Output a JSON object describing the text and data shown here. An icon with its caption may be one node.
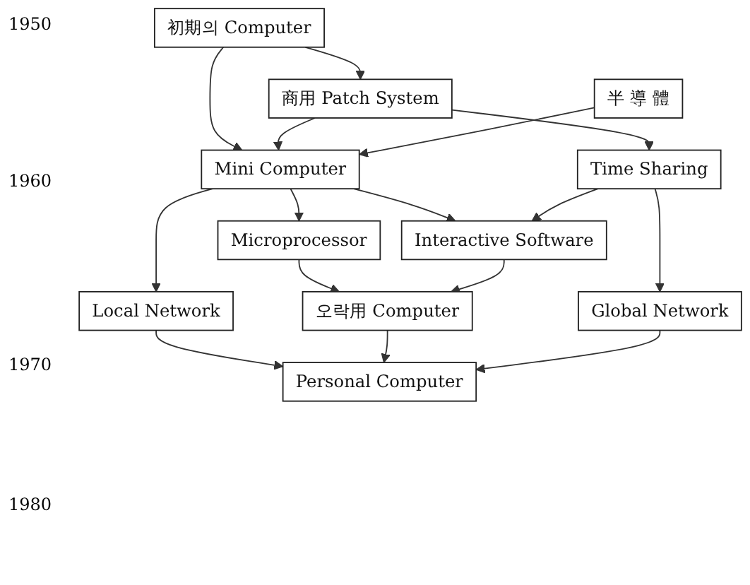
{
  "diagram": {
    "nodes": [
      {
        "text": [
          "初期의 Computer"
        ]
      },
      {
        "text": [
          "商用 Patch System"
        ]
      },
      {
        "text": [
          "半 導 體"
        ]
      },
      {
        "text": [
          "Mini Computer"
        ]
      },
      {
        "text": [
          "Time Sharing"
        ]
      },
      {
        "text": [
          "Microprocessor"
        ]
      },
      {
        "text": [
          "Interactive Software"
        ]
      },
      {
        "text": [
          "Local Network"
        ]
      },
      {
        "text": [
          "Global Network"
        ]
      },
      {
        "text": [
          "오락用 Computer"
        ]
      },
      {
        "text": [
          "Personal Computer"
        ]
      }
    ],
    "edges": [
      {
        "from": 0,
        "to": 1,
        "arrow": "to"
      },
      {
        "from": 0,
        "to": 3,
        "arrow": "to"
      },
      {
        "from": 1,
        "to": 3,
        "arrow": "to"
      },
      {
        "from": 1,
        "to": 4,
        "arrow": "to"
      },
      {
        "from": 2,
        "to": 3,
        "arrow": "to"
      },
      {
        "from": 3,
        "to": 7,
        "arrow": "to"
      },
      {
        "from": 3,
        "to": 5,
        "arrow": "to"
      },
      {
        "from": 3,
        "to": 6,
        "arrow": "to"
      },
      {
        "from": 4,
        "to": 6,
        "arrow": "to"
      },
      {
        "from": 4,
        "to": 8,
        "arrow": "to"
      },
      {
        "from": 5,
        "to": 9,
        "arrow": "to"
      },
      {
        "from": 6,
        "to": 9,
        "arrow": "to"
      },
      {
        "from": 7,
        "to": 10,
        "arrow": "to"
      },
      {
        "from": 9,
        "to": 10,
        "arrow": "to"
      },
      {
        "from": 8,
        "to": 10,
        "arrow": "to"
      }
    ],
    "labels": [
      "1950",
      "1960",
      "1970",
      "1980"
    ]
  }
}
